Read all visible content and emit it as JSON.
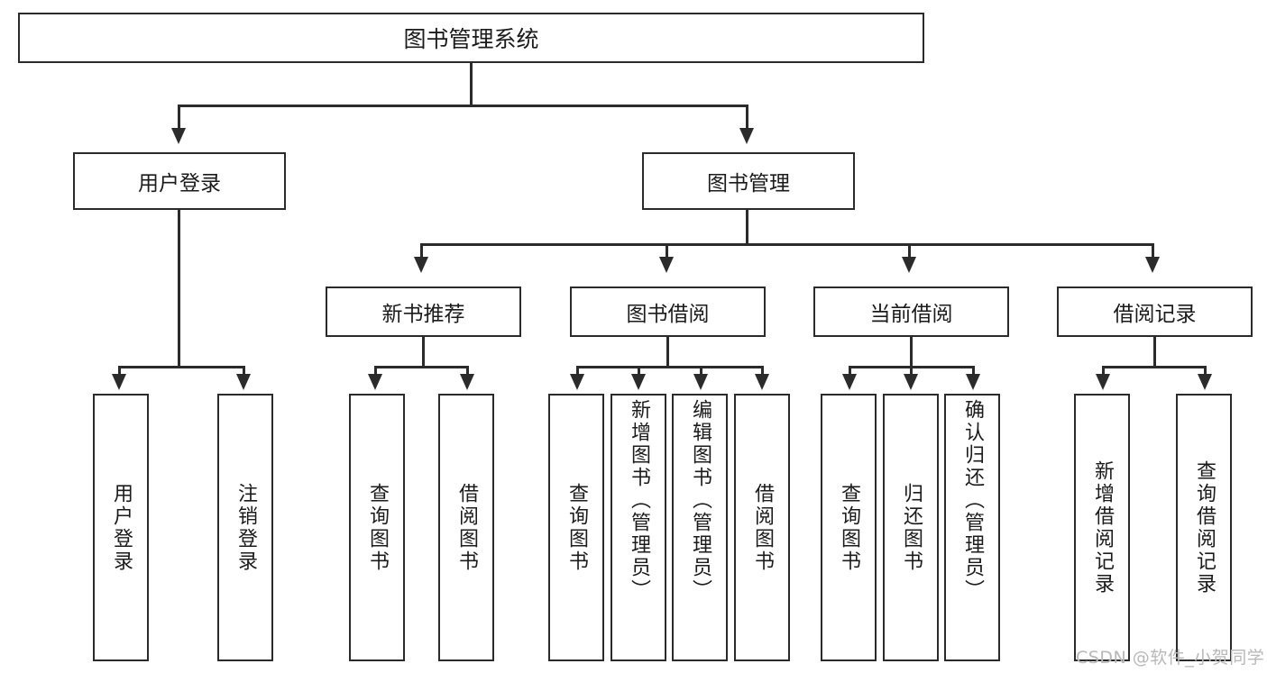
{
  "diagram": {
    "title_node": {
      "label": "图书管理系统"
    },
    "level2": [
      {
        "id": "user-login",
        "label": "用户登录"
      },
      {
        "id": "book-management",
        "label": "图书管理"
      }
    ],
    "level3": [
      {
        "id": "new-book-recommend",
        "label": "新书推荐"
      },
      {
        "id": "book-borrow",
        "label": "图书借阅"
      },
      {
        "id": "current-borrow",
        "label": "当前借阅"
      },
      {
        "id": "borrow-record",
        "label": "借阅记录"
      }
    ],
    "leaves": [
      {
        "id": "leaf-user-login",
        "label": "用户登录"
      },
      {
        "id": "leaf-logout-login",
        "label": "注销登录"
      },
      {
        "id": "leaf-query-book-1",
        "label": "查询图书"
      },
      {
        "id": "leaf-borrow-book-1",
        "label": "借阅图书"
      },
      {
        "id": "leaf-query-book-2",
        "label": "查询图书"
      },
      {
        "id": "leaf-add-book-admin",
        "label": "新增图书（管理员）"
      },
      {
        "id": "leaf-edit-book-admin",
        "label": "编辑图书（管理员）"
      },
      {
        "id": "leaf-borrow-book-2",
        "label": "借阅图书"
      },
      {
        "id": "leaf-query-book-3",
        "label": "查询图书"
      },
      {
        "id": "leaf-return-book",
        "label": "归还图书"
      },
      {
        "id": "leaf-confirm-return-admin",
        "label": "确认归还（管理员）"
      },
      {
        "id": "leaf-add-borrow-record",
        "label": "新增借阅记录"
      },
      {
        "id": "leaf-query-borrow-record",
        "label": "查询借阅记录"
      }
    ]
  },
  "watermark": {
    "text": "CSDN @软件_小贺同学"
  },
  "colors": {
    "stroke": "#2b2b2b",
    "background": "#ffffff",
    "text": "#1b1b1b",
    "watermark": "#b8b8b8"
  }
}
